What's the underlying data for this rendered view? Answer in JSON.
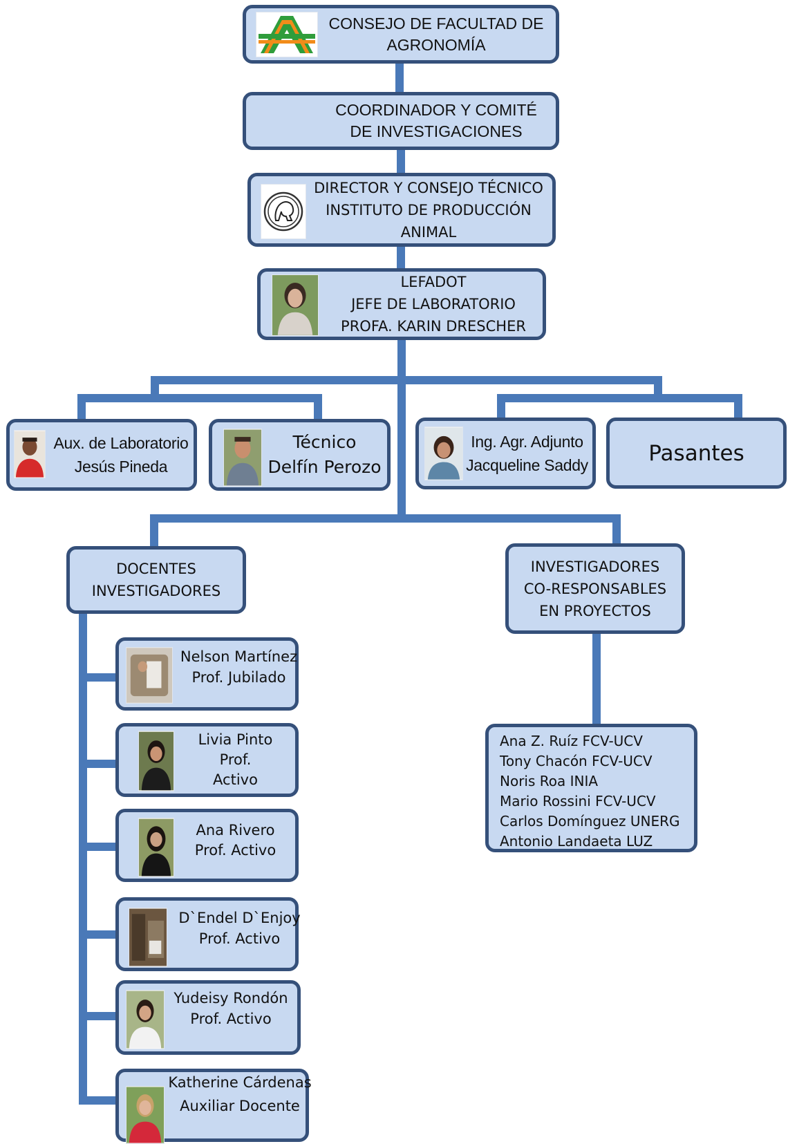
{
  "consejo": {
    "lines": [
      "CONSEJO DE FACULTAD DE",
      "AGRONOMÍA"
    ]
  },
  "coordinador": {
    "lines": [
      "COORDINADOR Y COMITÉ",
      "DE INVESTIGACIONES"
    ]
  },
  "director": {
    "lines": [
      "DIRECTOR Y CONSEJO TÉCNICO",
      "INSTITUTO DE PRODUCCIÓN",
      "ANIMAL"
    ]
  },
  "lefadot": {
    "lines": [
      "LEFADOT",
      "JEFE DE LABORATORIO",
      "PROFA. KARIN DRESCHER"
    ]
  },
  "staff": [
    {
      "lines": [
        "Aux. de Laboratorio",
        "Jesús Pineda"
      ]
    },
    {
      "lines": [
        "Técnico",
        "Delfín Perozo"
      ]
    },
    {
      "lines": [
        "Ing. Agr. Adjunto",
        "Jacqueline Saddy"
      ]
    },
    {
      "lines": [
        "Pasantes"
      ]
    }
  ],
  "docentes": {
    "lines": [
      "DOCENTES",
      "INVESTIGADORES"
    ]
  },
  "investigadores": {
    "lines": [
      "INVESTIGADORES",
      "CO-RESPONSABLES",
      "EN PROYECTOS"
    ]
  },
  "teachers": [
    {
      "lines": [
        "Nelson Martínez",
        "Prof. Jubilado"
      ]
    },
    {
      "lines": [
        "Livia Pinto",
        "Prof.",
        "Activo"
      ]
    },
    {
      "lines": [
        "Ana Rivero",
        "Prof. Activo"
      ]
    },
    {
      "lines": [
        "D`Endel D`Enjoy",
        "Prof. Activo"
      ]
    },
    {
      "lines": [
        "Yudeisy Rondón",
        "Prof. Activo"
      ]
    },
    {
      "lines": [
        "Katherine Cárdenas",
        "Auxiliar Docente"
      ]
    }
  ],
  "coresponsables": [
    "Ana Z. Ruíz  FCV-UCV",
    "Tony Chacón FCV-UCV",
    "Noris Roa INIA",
    "Mario Rossini FCV-UCV",
    "Carlos Domínguez UNERG",
    "Antonio Landaeta LUZ"
  ],
  "colors": {
    "box_fill": "#c8d9f1",
    "box_border": "#35507a",
    "connector": "#4a79b8"
  }
}
